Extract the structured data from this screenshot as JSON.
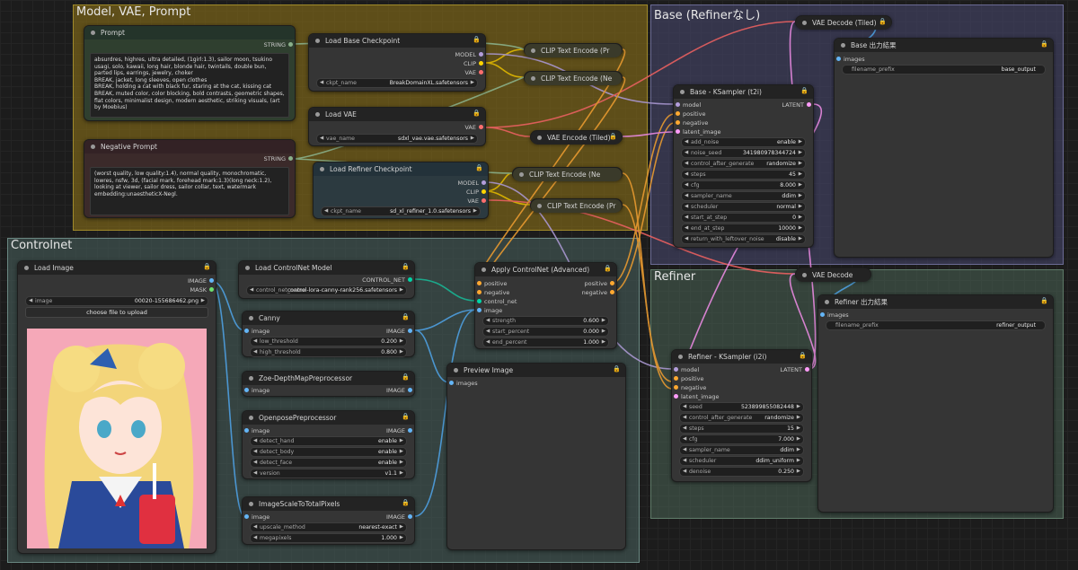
{
  "groups": {
    "model": "Model, VAE, Prompt",
    "base": "Base (Refinerなし)",
    "refiner": "Refiner",
    "controlnet": "Controlnet"
  },
  "nodes": {
    "prompt": {
      "title": "Prompt",
      "out": "STRING",
      "text": "absurdres, highres, ultra detailed, (1girl:1.3), sailor moon, tsukino usagi, solo, kawaii, long hair, blonde hair, twintails, double bun, parted lips, earrings, jewelry, choker\nBREAK, jacket, long sleeves, open clothes\nBREAK, holding a cat with black fur, staring at the cat, kissing cat\nBREAK, muted color, color blocking, bold contrasts, geometric shapes, flat colors, minimalist design, modern aesthetic, striking visuals, (art by Moebius)"
    },
    "neg_prompt": {
      "title": "Negative Prompt",
      "out": "STRING",
      "text": "(worst quality, low quality:1.4), normal quality, monochromatic, lowres, nsfw, 3d, (facial mark, forehead mark:1.3)(long neck:1.2), looking at viewer, sailor dress, sailor collar, text, watermark\nembedding:unaestheticX-Negl."
    },
    "load_base": {
      "title": "Load Base Checkpoint",
      "outs": [
        "MODEL",
        "CLIP",
        "VAE"
      ],
      "w_label": "ckpt_name",
      "w_value": "BreakDomainXL.safetensors"
    },
    "load_vae": {
      "title": "Load VAE",
      "out": "VAE",
      "w_label": "vae_name",
      "w_value": "sdxl_vae.vae.safetensors"
    },
    "load_refiner": {
      "title": "Load Refiner Checkpoint",
      "outs": [
        "MODEL",
        "CLIP",
        "VAE"
      ],
      "w_label": "ckpt_name",
      "w_value": "sd_xl_refiner_1.0.safetensors"
    },
    "clip1": "CLIP Text Encode (Pr",
    "clip2": "CLIP Text Encode (Ne",
    "clip3": "CLIP Text Encode (Ne",
    "clip4": "CLIP Text Encode (Pr",
    "vae_encode": "VAE Encode (Tiled)",
    "vae_decode_tiled": "VAE Decode (Tiled)",
    "vae_decode": "VAE Decode",
    "base_out": {
      "title": "Base 出力結果",
      "in": "images",
      "w_label": "filename_prefix",
      "w_value": "base_output"
    },
    "refiner_out": {
      "title": "Refiner 出力結果",
      "in": "images",
      "w_label": "filename_prefix",
      "w_value": "refiner_output"
    },
    "base_ksampler": {
      "title": "Base - KSampler (t2i)",
      "ins": [
        "model",
        "positive",
        "negative",
        "latent_image"
      ],
      "out": "LATENT",
      "widgets": [
        {
          "label": "add_noise",
          "value": "enable"
        },
        {
          "label": "noise_seed",
          "value": "341980978344724"
        },
        {
          "label": "control_after_generate",
          "value": "randomize"
        },
        {
          "label": "steps",
          "value": "45"
        },
        {
          "label": "cfg",
          "value": "8.000"
        },
        {
          "label": "sampler_name",
          "value": "ddim"
        },
        {
          "label": "scheduler",
          "value": "normal"
        },
        {
          "label": "start_at_step",
          "value": "0"
        },
        {
          "label": "end_at_step",
          "value": "10000"
        },
        {
          "label": "return_with_leftover_noise",
          "value": "disable"
        }
      ]
    },
    "refiner_ksampler": {
      "title": "Refiner - KSampler (i2i)",
      "ins": [
        "model",
        "positive",
        "negative",
        "latent_image"
      ],
      "out": "LATENT",
      "widgets": [
        {
          "label": "seed",
          "value": "523899855082448"
        },
        {
          "label": "control_after_generate",
          "value": "randomize"
        },
        {
          "label": "steps",
          "value": "15"
        },
        {
          "label": "cfg",
          "value": "7.000"
        },
        {
          "label": "sampler_name",
          "value": "ddim"
        },
        {
          "label": "scheduler",
          "value": "ddim_uniform"
        },
        {
          "label": "denoise",
          "value": "0.250"
        }
      ]
    },
    "load_image": {
      "title": "Load Image",
      "outs": [
        "IMAGE",
        "MASK"
      ],
      "w_label": "image",
      "w_value": "00020-155686462.png",
      "button": "choose file to upload"
    },
    "load_controlnet": {
      "title": "Load ControlNet Model",
      "out": "CONTROL_NET",
      "w_label": "control_net_name",
      "w_value": "control-lora-canny-rank256.safetensors"
    },
    "canny": {
      "title": "Canny",
      "in": "image",
      "out": "IMAGE",
      "widgets": [
        {
          "label": "low_threshold",
          "value": "0.200"
        },
        {
          "label": "high_threshold",
          "value": "0.800"
        }
      ]
    },
    "zoe": {
      "title": "Zoe-DepthMapPreprocessor",
      "in": "image",
      "out": "IMAGE"
    },
    "openpose": {
      "title": "OpenposePreprocessor",
      "in": "image",
      "out": "IMAGE",
      "widgets": [
        {
          "label": "detect_hand",
          "value": "enable"
        },
        {
          "label": "detect_body",
          "value": "enable"
        },
        {
          "label": "detect_face",
          "value": "enable"
        },
        {
          "label": "version",
          "value": "v1.1"
        }
      ]
    },
    "scale": {
      "title": "ImageScaleToTotalPixels",
      "in": "image",
      "out": "IMAGE",
      "widgets": [
        {
          "label": "upscale_method",
          "value": "nearest-exact"
        },
        {
          "label": "megapixels",
          "value": "1.000"
        }
      ]
    },
    "apply_cn": {
      "title": "Apply ControlNet (Advanced)",
      "ins": [
        "positive",
        "negative",
        "control_net",
        "image"
      ],
      "outs": [
        "positive",
        "negative"
      ],
      "widgets": [
        {
          "label": "strength",
          "value": "0.600"
        },
        {
          "label": "start_percent",
          "value": "0.000"
        },
        {
          "label": "end_percent",
          "value": "1.000"
        }
      ]
    },
    "preview": {
      "title": "Preview Image",
      "in": "images"
    }
  },
  "icons": {
    "lock": "🔒",
    "arrow_left": "◀",
    "arrow_right": "▶"
  },
  "colors": {
    "model": "#b39ddb",
    "clip": "#ffd500",
    "vae": "#ff6e6e",
    "conditioning": "#ffa931",
    "latent": "#ff9cf9",
    "image": "#64b5f6",
    "control_net": "#00d6a8"
  }
}
